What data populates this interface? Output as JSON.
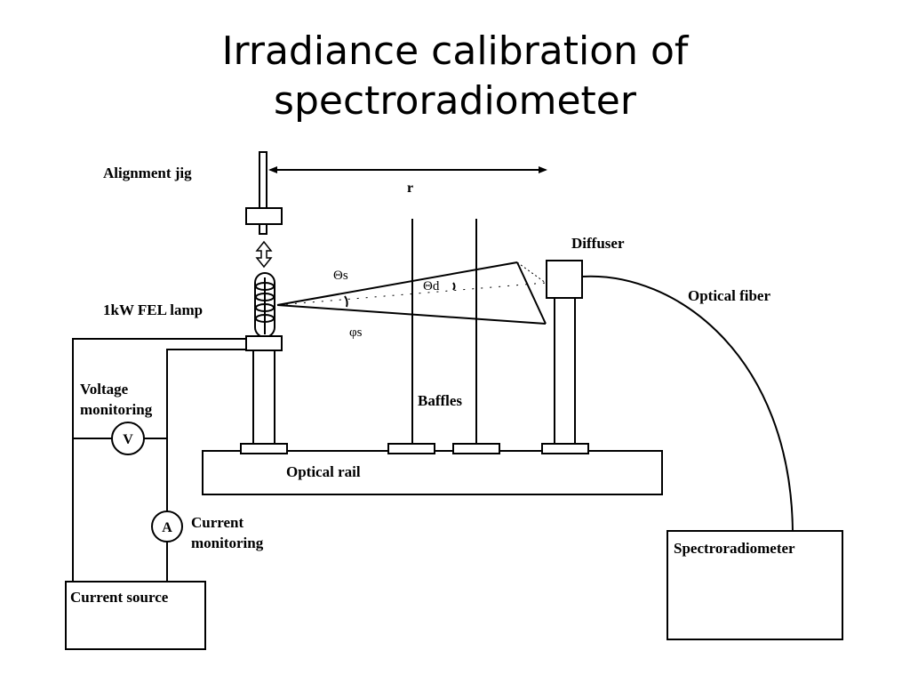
{
  "title": {
    "line1": "Irradiance calibration of",
    "line2": "spectroradiometer"
  },
  "labels": {
    "alignment_jig": "Alignment jig",
    "distance": "r",
    "diffuser": "Diffuser",
    "optical_fiber": "Optical fiber",
    "lamp": "1kW FEL lamp",
    "theta_s": "Θs",
    "theta_d": "Θd",
    "phi_s": "φs",
    "voltage_line1": "Voltage",
    "voltage_line2": "monitoring",
    "voltmeter": "V",
    "baffles": "Baffles",
    "optical_rail": "Optical rail",
    "ammeter": "A",
    "current_line1": "Current",
    "current_line2": "monitoring",
    "current_source": "Current source",
    "spectroradiometer": "Spectroradiometer"
  },
  "icons": {
    "jig_arrow": "double-vertical-arrow-icon"
  }
}
